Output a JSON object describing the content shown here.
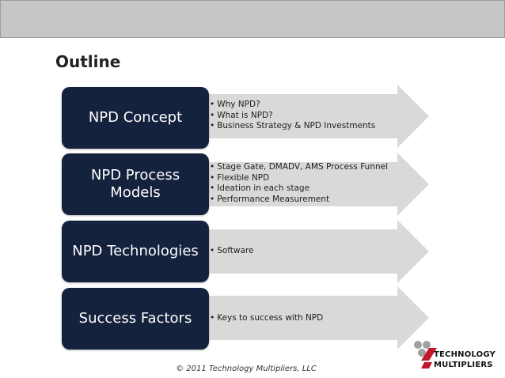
{
  "slide": {
    "title": "Outline",
    "footer": "© 2011 Technology Multipliers, LLC"
  },
  "sections": [
    {
      "label": "NPD Concept",
      "bullets": [
        "Why NPD?",
        "What is NPD?",
        "Business Strategy & NPD Investments"
      ]
    },
    {
      "label_lines": [
        "NPD Process",
        "Models"
      ],
      "bullets": [
        "Stage Gate, DMADV, AMS Process Funnel",
        "Flexible NPD",
        "Ideation in each stage",
        "Performance Measurement"
      ]
    },
    {
      "label": "NPD Technologies",
      "bullets": [
        "Software"
      ]
    },
    {
      "label": "Success Factors",
      "bullets": [
        "Keys to success with NPD"
      ]
    }
  ],
  "logo": {
    "line1": "TECHNOLOGY",
    "line2": "MULTIPLIERS"
  },
  "colors": {
    "box": "#15223d",
    "arrow": "#d9d9d9",
    "logo_red": "#c0182a",
    "logo_gray": "#a0a0a0"
  }
}
